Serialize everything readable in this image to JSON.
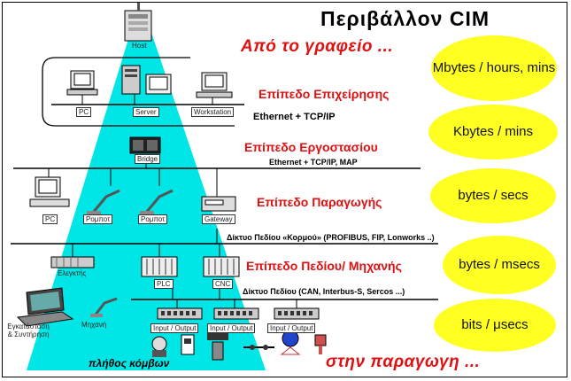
{
  "title": "Περιβάλλον CIM",
  "top_slogan": "Από το γραφείο ...",
  "bottom_slogan": "στην παραγωγη ...",
  "footer_label": "πλήθος κόμβων",
  "levels": {
    "business": "Επίπεδο Επιχείρησης",
    "factory": "Επίπεδο Εργοστασίου",
    "production": "Επίπεδο Παραγωγής",
    "field": "Επίπεδο Πεδίου/ Μηχανής"
  },
  "networks": {
    "business": "Ethernet + TCP/IP",
    "factory": "Ethernet + TCP/IP, MAP",
    "production": "Δίκτυο Πεδίου «Κορμού» (PROFIBUS, FIP, Lonworks ..)",
    "field": "Δίκτυο Πεδίου (CAN, Interbus-S, Sercos ...)"
  },
  "devices": {
    "host": "Host",
    "pc1": "PC",
    "server": "Server",
    "workstation": "Workstation",
    "bridge": "Bridge",
    "pc2": "PC",
    "robot1": "Ρομποτ",
    "robot2": "Ρομποτ",
    "gateway": "Gateway",
    "controller": "Ελεγκτής",
    "plc": "PLC",
    "cnc": "CNC",
    "install": "Εγκατάσταση & Συντήρηση",
    "machine": "Μηχανή",
    "io1": "Input / Output",
    "io2": "Input / Output",
    "io3": "Input / Output"
  },
  "rates": [
    "Mbytes / hours, mins",
    "Kbytes / mins",
    "bytes / secs",
    "bytes / msecs",
    "bits / μsecs"
  ],
  "colors": {
    "pyramid": "#00e5e5",
    "ellipse": "#ffff22",
    "level_text": "#e01010"
  }
}
